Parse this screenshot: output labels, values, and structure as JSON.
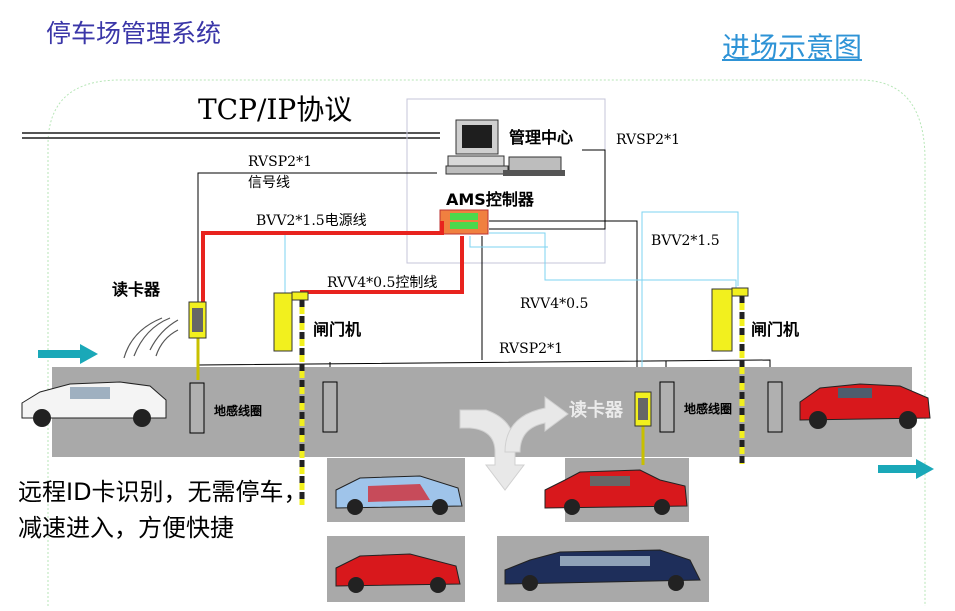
{
  "header": {
    "title": "停车场管理系统",
    "link": "进场示意图"
  },
  "network": {
    "protocol": "TCP/IP协议",
    "management_center": "管理中心",
    "controller": "AMS控制器"
  },
  "cables": {
    "signal_spec": "RVSP2*1",
    "signal_name": "信号线",
    "power": "BVV2*1.5电源线",
    "control": "RVV4*0.5控制线",
    "right_signal": "RVSP2*1",
    "right_power": "BVV2*1.5",
    "right_control": "RVV4*0.5",
    "road_signal": "RVSP2*1"
  },
  "devices": {
    "card_reader": "读卡器",
    "barrier_left": "闸门机",
    "barrier_right": "闸门机",
    "loop_left": "地感线圈",
    "loop_right": "地感线圈",
    "card_reader_watermark": "读卡器"
  },
  "caption": {
    "line1": "远程ID卡识别，无需停车，",
    "line2": "减速进入，方便快捷"
  },
  "colors": {
    "title": "#3a36a8",
    "link": "#2e93d6",
    "power_line": "#e8231e",
    "road": "#a9a9a9",
    "barrier": "#f2f01e",
    "arrow": "#1aa8b8"
  }
}
